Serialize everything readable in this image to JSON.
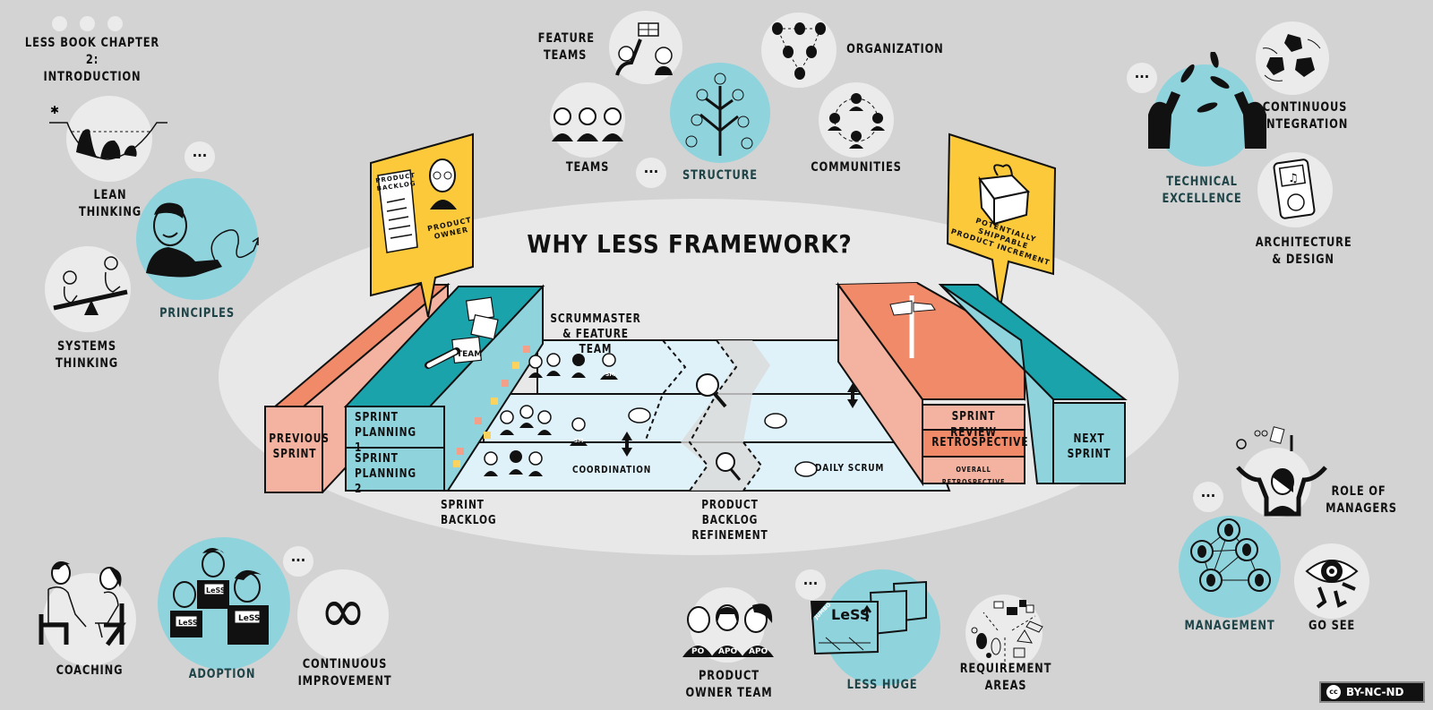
{
  "header": {
    "title": "LeSS BOOK CHAPTER 2:\nINTRODUCTION",
    "nav_dots": 3
  },
  "center": {
    "title": "WHY LeSS FRAMEWORK?",
    "product_owner_bubble": {
      "backlog_label": "PRODUCT\nBACKLOG",
      "owner_label": "PRODUCT\nOWNER"
    },
    "increment_bubble": {
      "label": "POTENTIALLY SHIPPABLE\nPRODUCT INCREMENT"
    },
    "previous_sprint": "PREVIOUS\nSPRINT",
    "sprint_planning_1": "SPRINT\nPLANNING 1",
    "sprint_planning_2": "SPRINT\nPLANNING 2",
    "sprint_backlog": "SPRINT\nBACKLOG",
    "scrummaster_team": "SCRUMMASTER\n& FEATURE TEAM",
    "coordination": "COORDINATION",
    "daily_scrum": "DAILY SCRUM",
    "backlog_refinement": "PRODUCT\nBACKLOG\nREFINEMENT",
    "sprint_review": "SPRINT REVIEW",
    "retrospective": "RETROSPECTIVE",
    "overall_retrospective": "OVERALL RETROSPECTIVE",
    "next_sprint": "NEXT\nSPRINT",
    "sm_badge": "SM",
    "note_text": "TEAM"
  },
  "topics": {
    "lean_thinking": "LEAN\nTHINKING",
    "principles": "PRINCIPLES",
    "systems_thinking": "SYSTEMS\nTHINKING",
    "feature_teams": "FEATURE\nTEAMS",
    "teams": "TEAMS",
    "structure": "STRUCTURE",
    "organization": "ORGANIZATION",
    "communities": "COMMUNITIES",
    "technical_excellence": "TECHNICAL\nEXCELLENCE",
    "continuous_integration": "CONTINUOUS\nINTEGRATION",
    "architecture_design": "ARCHITECTURE\n& DESIGN",
    "role_of_managers": "ROLE OF\nMANAGERS",
    "management": "MANAGEMENT",
    "go_see": "GO SEE",
    "coaching": "COACHING",
    "adoption": "ADOPTION",
    "continuous_improvement": "CONTINUOUS\nIMPROVEMENT",
    "product_owner_team": "PRODUCT\nOWNER TEAM",
    "less_huge": "LESS HUGE",
    "requirement_areas": "REQUIREMENT\nAREAS",
    "po_badge": "PO",
    "apo_badge": "APO",
    "less_box_label": "LeSS",
    "jumbo_label": "JUMBO"
  },
  "more_dots": "...",
  "license": "BY-NC-ND",
  "license_icon": "cc",
  "colors": {
    "background": "#d3d3d3",
    "oval": "#e8e8e8",
    "light_circle": "#ebebeb",
    "accent_blue": "#8fd3dd",
    "teal": "#1ba3ab",
    "teal_light": "#8fd3dd",
    "salmon": "#f08a68",
    "salmon_light": "#f3b3a0",
    "yellow": "#fcc93a",
    "lane": "#dff2fa"
  }
}
